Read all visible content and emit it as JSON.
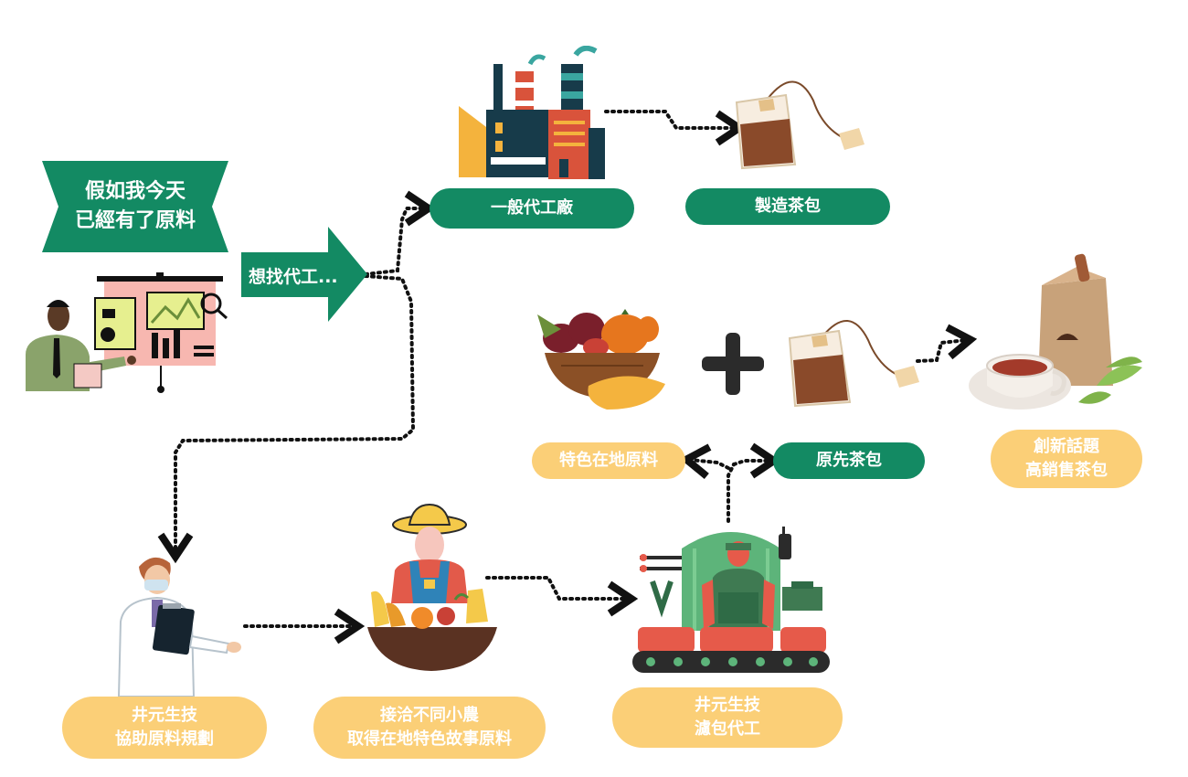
{
  "banner": {
    "text": "假如我今天\n已經有了原料"
  },
  "arrow_label": "想找代工...",
  "nodes": {
    "general_factory": "一般代工廠",
    "make_teabag": "製造茶包",
    "local_material": "特色在地原料",
    "original_teabag": "原先茶包",
    "innovative": "創新話題\n高銷售茶包",
    "planning": "井元生技\n協助原料規劃",
    "farmers": "接洽不同小農\n取得在地特色故事原料",
    "oem": "井元生技\n濾包代工"
  },
  "colors": {
    "green": "#138a63",
    "yellow": "#fbcf77",
    "white": "#ffffff"
  }
}
